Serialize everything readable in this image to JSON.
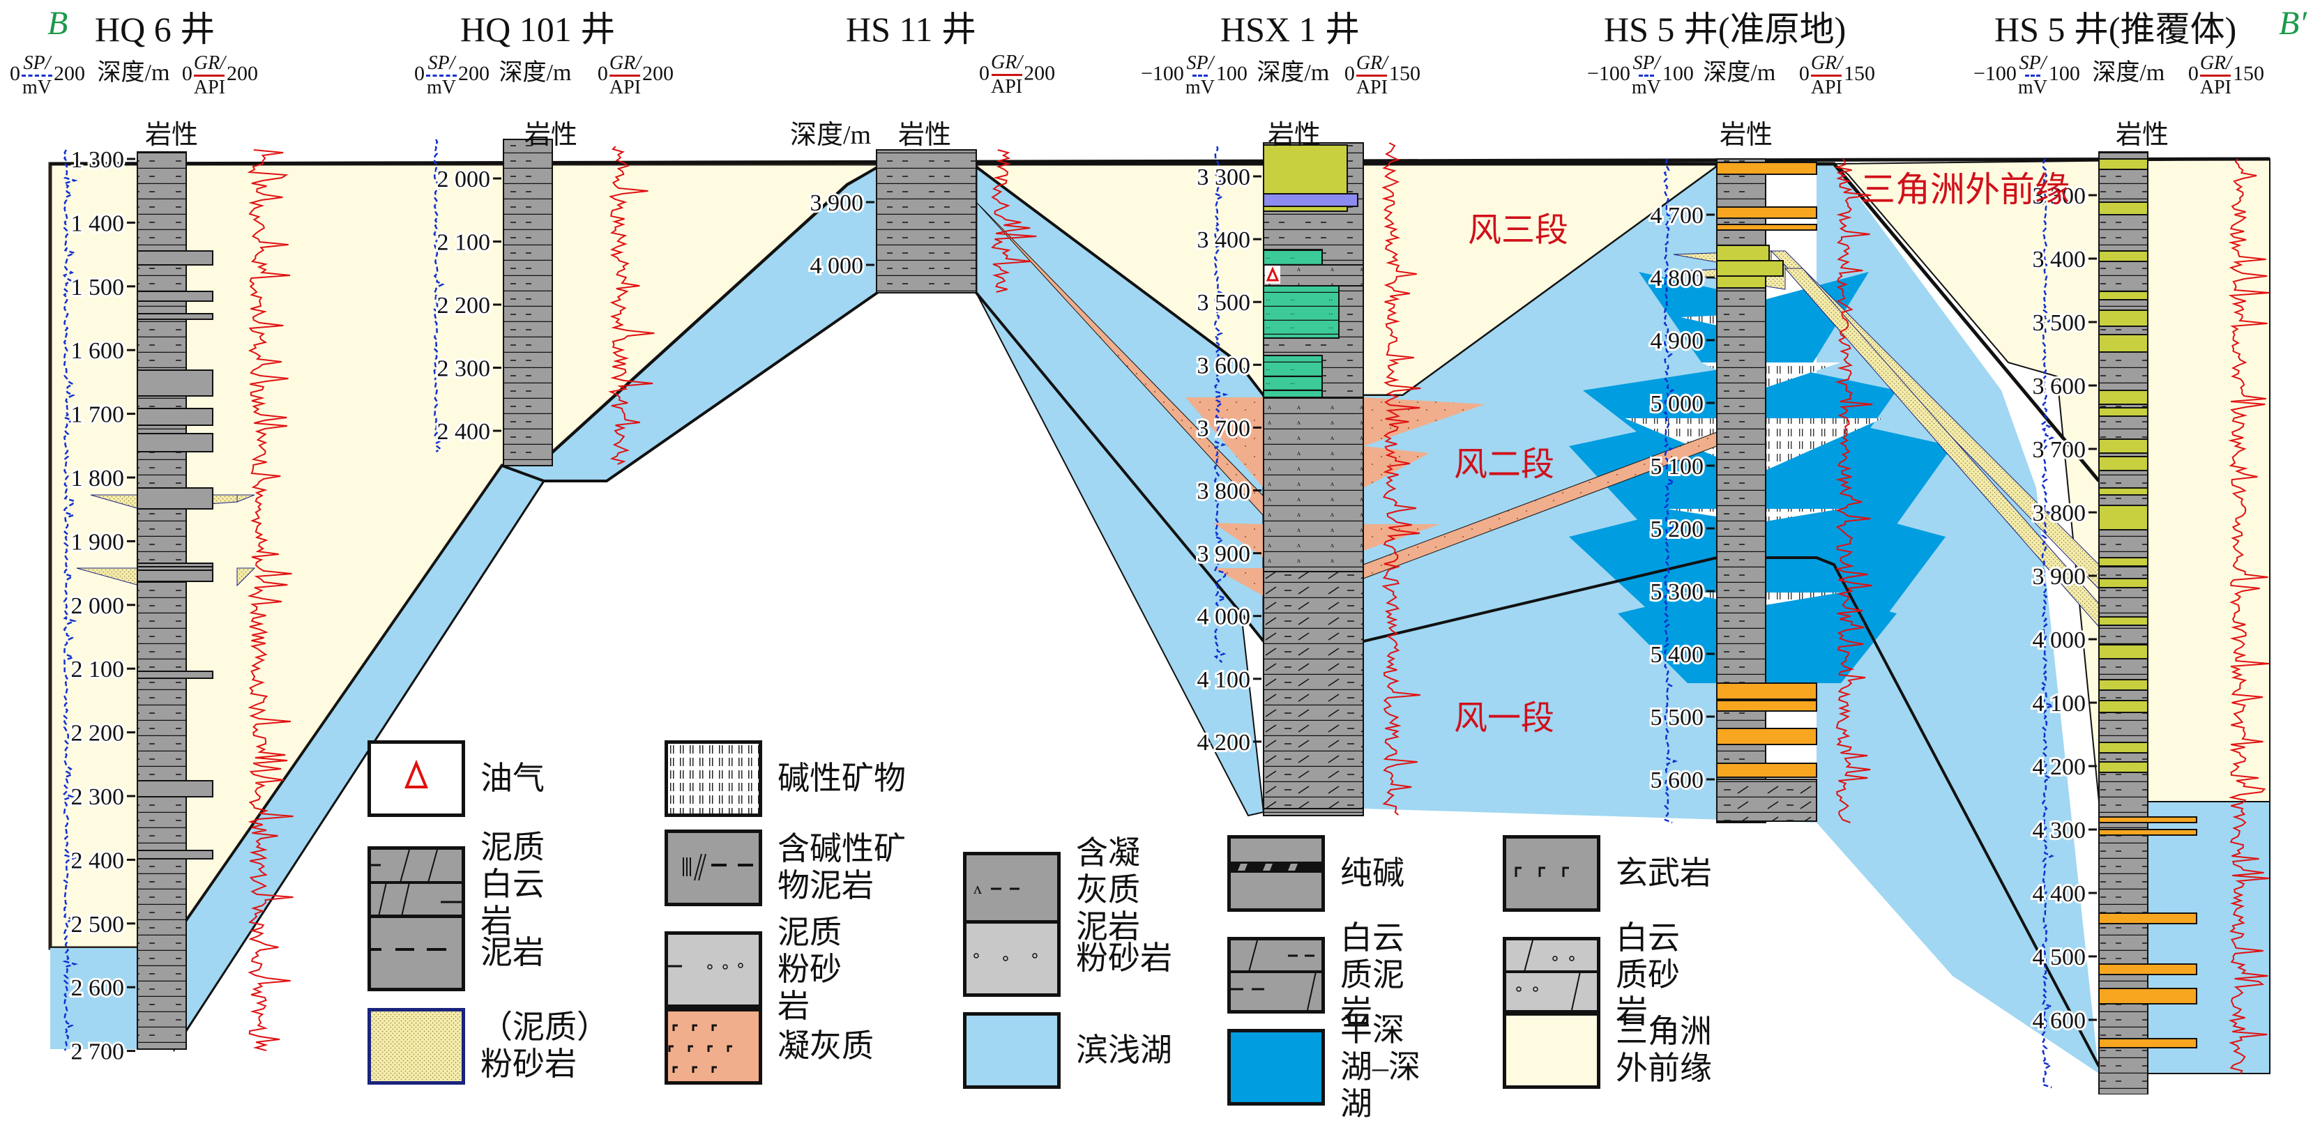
{
  "section": {
    "start_label": "B",
    "end_label": "B′"
  },
  "wells": [
    {
      "id": "hq6",
      "title": "HQ 6 井",
      "sp_scale": {
        "min": "0",
        "max": "200",
        "name": "SP/",
        "unit": "mV"
      },
      "depth_header": "深度/m",
      "gr_scale": {
        "min": "0",
        "max": "200",
        "name": "GR/",
        "unit": "API"
      },
      "lith_header": "岩性",
      "depths": [
        "1 300",
        "1 400",
        "1 500",
        "1 600",
        "1 700",
        "1 800",
        "1 900",
        "2 000",
        "2 100",
        "2 200",
        "2 300",
        "2 400",
        "2 500",
        "2 600",
        "2 700"
      ]
    },
    {
      "id": "hq101",
      "title": "HQ 101 井",
      "sp_scale": {
        "min": "0",
        "max": "200",
        "name": "SP/",
        "unit": "mV"
      },
      "depth_header": "深度/m",
      "gr_scale": {
        "min": "0",
        "max": "200",
        "name": "GR/",
        "unit": "API"
      },
      "lith_header": "岩性",
      "depths": [
        "2 000",
        "2 100",
        "2 200",
        "2 300",
        "2 400"
      ]
    },
    {
      "id": "hs11",
      "title": "HS 11 井",
      "depth_header": "深度/m",
      "gr_scale": {
        "min": "0",
        "max": "200",
        "name": "GR/",
        "unit": "API"
      },
      "lith_header": "岩性",
      "depths": [
        "3 900",
        "4 000"
      ]
    },
    {
      "id": "hsx1",
      "title": "HSX 1 井",
      "sp_scale": {
        "min": "−100",
        "max": "100",
        "name": "SP/",
        "unit": "mV"
      },
      "depth_header": "深度/m",
      "gr_scale": {
        "min": "0",
        "max": "150",
        "name": "GR/",
        "unit": "API"
      },
      "lith_header": "岩性",
      "depths": [
        "3 300",
        "3 400",
        "3 500",
        "3 600",
        "3 700",
        "3 800",
        "3 900",
        "4 000",
        "4 100",
        "4 200"
      ]
    },
    {
      "id": "hs5a",
      "title": "HS 5 井(准原地)",
      "sp_scale": {
        "min": "−100",
        "max": "100",
        "name": "SP/",
        "unit": "mV"
      },
      "depth_header": "深度/m",
      "gr_scale": {
        "min": "0",
        "max": "150",
        "name": "GR/",
        "unit": "API"
      },
      "lith_header": "岩性",
      "depths": [
        "4 700",
        "4 800",
        "4 900",
        "5 000",
        "5 100",
        "5 200",
        "5 300",
        "5 400",
        "5 500",
        "5 600"
      ]
    },
    {
      "id": "hs5b",
      "title": "HS 5 井(推覆体)",
      "sp_scale": {
        "min": "−100",
        "max": "100",
        "name": "SP/",
        "unit": "mV"
      },
      "depth_header": "深度/m",
      "gr_scale": {
        "min": "0",
        "max": "150",
        "name": "GR/",
        "unit": "API"
      },
      "lith_header": "岩性",
      "depths": [
        "3 300",
        "3 400",
        "3 500",
        "3 600",
        "3 700",
        "3 800",
        "3 900",
        "4 000",
        "4 100",
        "4 200",
        "4 300",
        "4 400",
        "4 500",
        "4 600"
      ]
    }
  ],
  "units": {
    "feng3": "风三段",
    "feng2": "风二段",
    "feng1": "风一段",
    "delta_outer_front": "三角洲外前缘"
  },
  "legend": [
    {
      "key": "oil_gas",
      "label": "油气"
    },
    {
      "key": "alkaline_mineral",
      "label": "碱性矿物"
    },
    {
      "key": "muddy_dolomite",
      "label": "泥质白云岩"
    },
    {
      "key": "alkaline_mudstone",
      "label": "含碱性矿物泥岩"
    },
    {
      "key": "tuffaceous_mudstone",
      "label": "含凝灰质泥岩"
    },
    {
      "key": "trona",
      "label": "纯碱"
    },
    {
      "key": "basalt",
      "label": "玄武岩"
    },
    {
      "key": "mudstone",
      "label": "泥岩"
    },
    {
      "key": "muddy_siltstone",
      "label": "泥质粉砂岩"
    },
    {
      "key": "siltstone",
      "label": "粉砂岩"
    },
    {
      "key": "dolomitic_mudstone",
      "label": "白云质泥岩"
    },
    {
      "key": "dolomitic_sandstone",
      "label": "白云质砂岩"
    },
    {
      "key": "muddy_siltstone_facies",
      "label": "（泥质）粉砂岩"
    },
    {
      "key": "tuffaceous",
      "label": "凝灰质"
    },
    {
      "key": "shore_shallow_lake",
      "label": "滨浅湖"
    },
    {
      "key": "semi_deep_deep_lake",
      "label": "半深湖–深湖"
    },
    {
      "key": "delta_outer_front",
      "label": "三角洲外前缘"
    }
  ],
  "colors": {
    "shore_shallow_lake": "#a1d7f2",
    "semi_deep_lake": "#009de0",
    "delta_outer_front": "#fffbe1",
    "tuffaceous": "#f0ae8c",
    "siltstone_facies": "#f5ecaa",
    "mudstone": "#9e9e9e",
    "light_rock": "#c8c8c8",
    "dolomite_orange": "#f8a620",
    "green_silt": "#c8d040",
    "teal_bed": "#3ccb98",
    "purple_bed": "#8c8cf0",
    "gr_curve": "#e01010",
    "sp_curve": "#1030d0",
    "unit_label": "#d0101a",
    "endpoint": "#1a9a4a"
  }
}
